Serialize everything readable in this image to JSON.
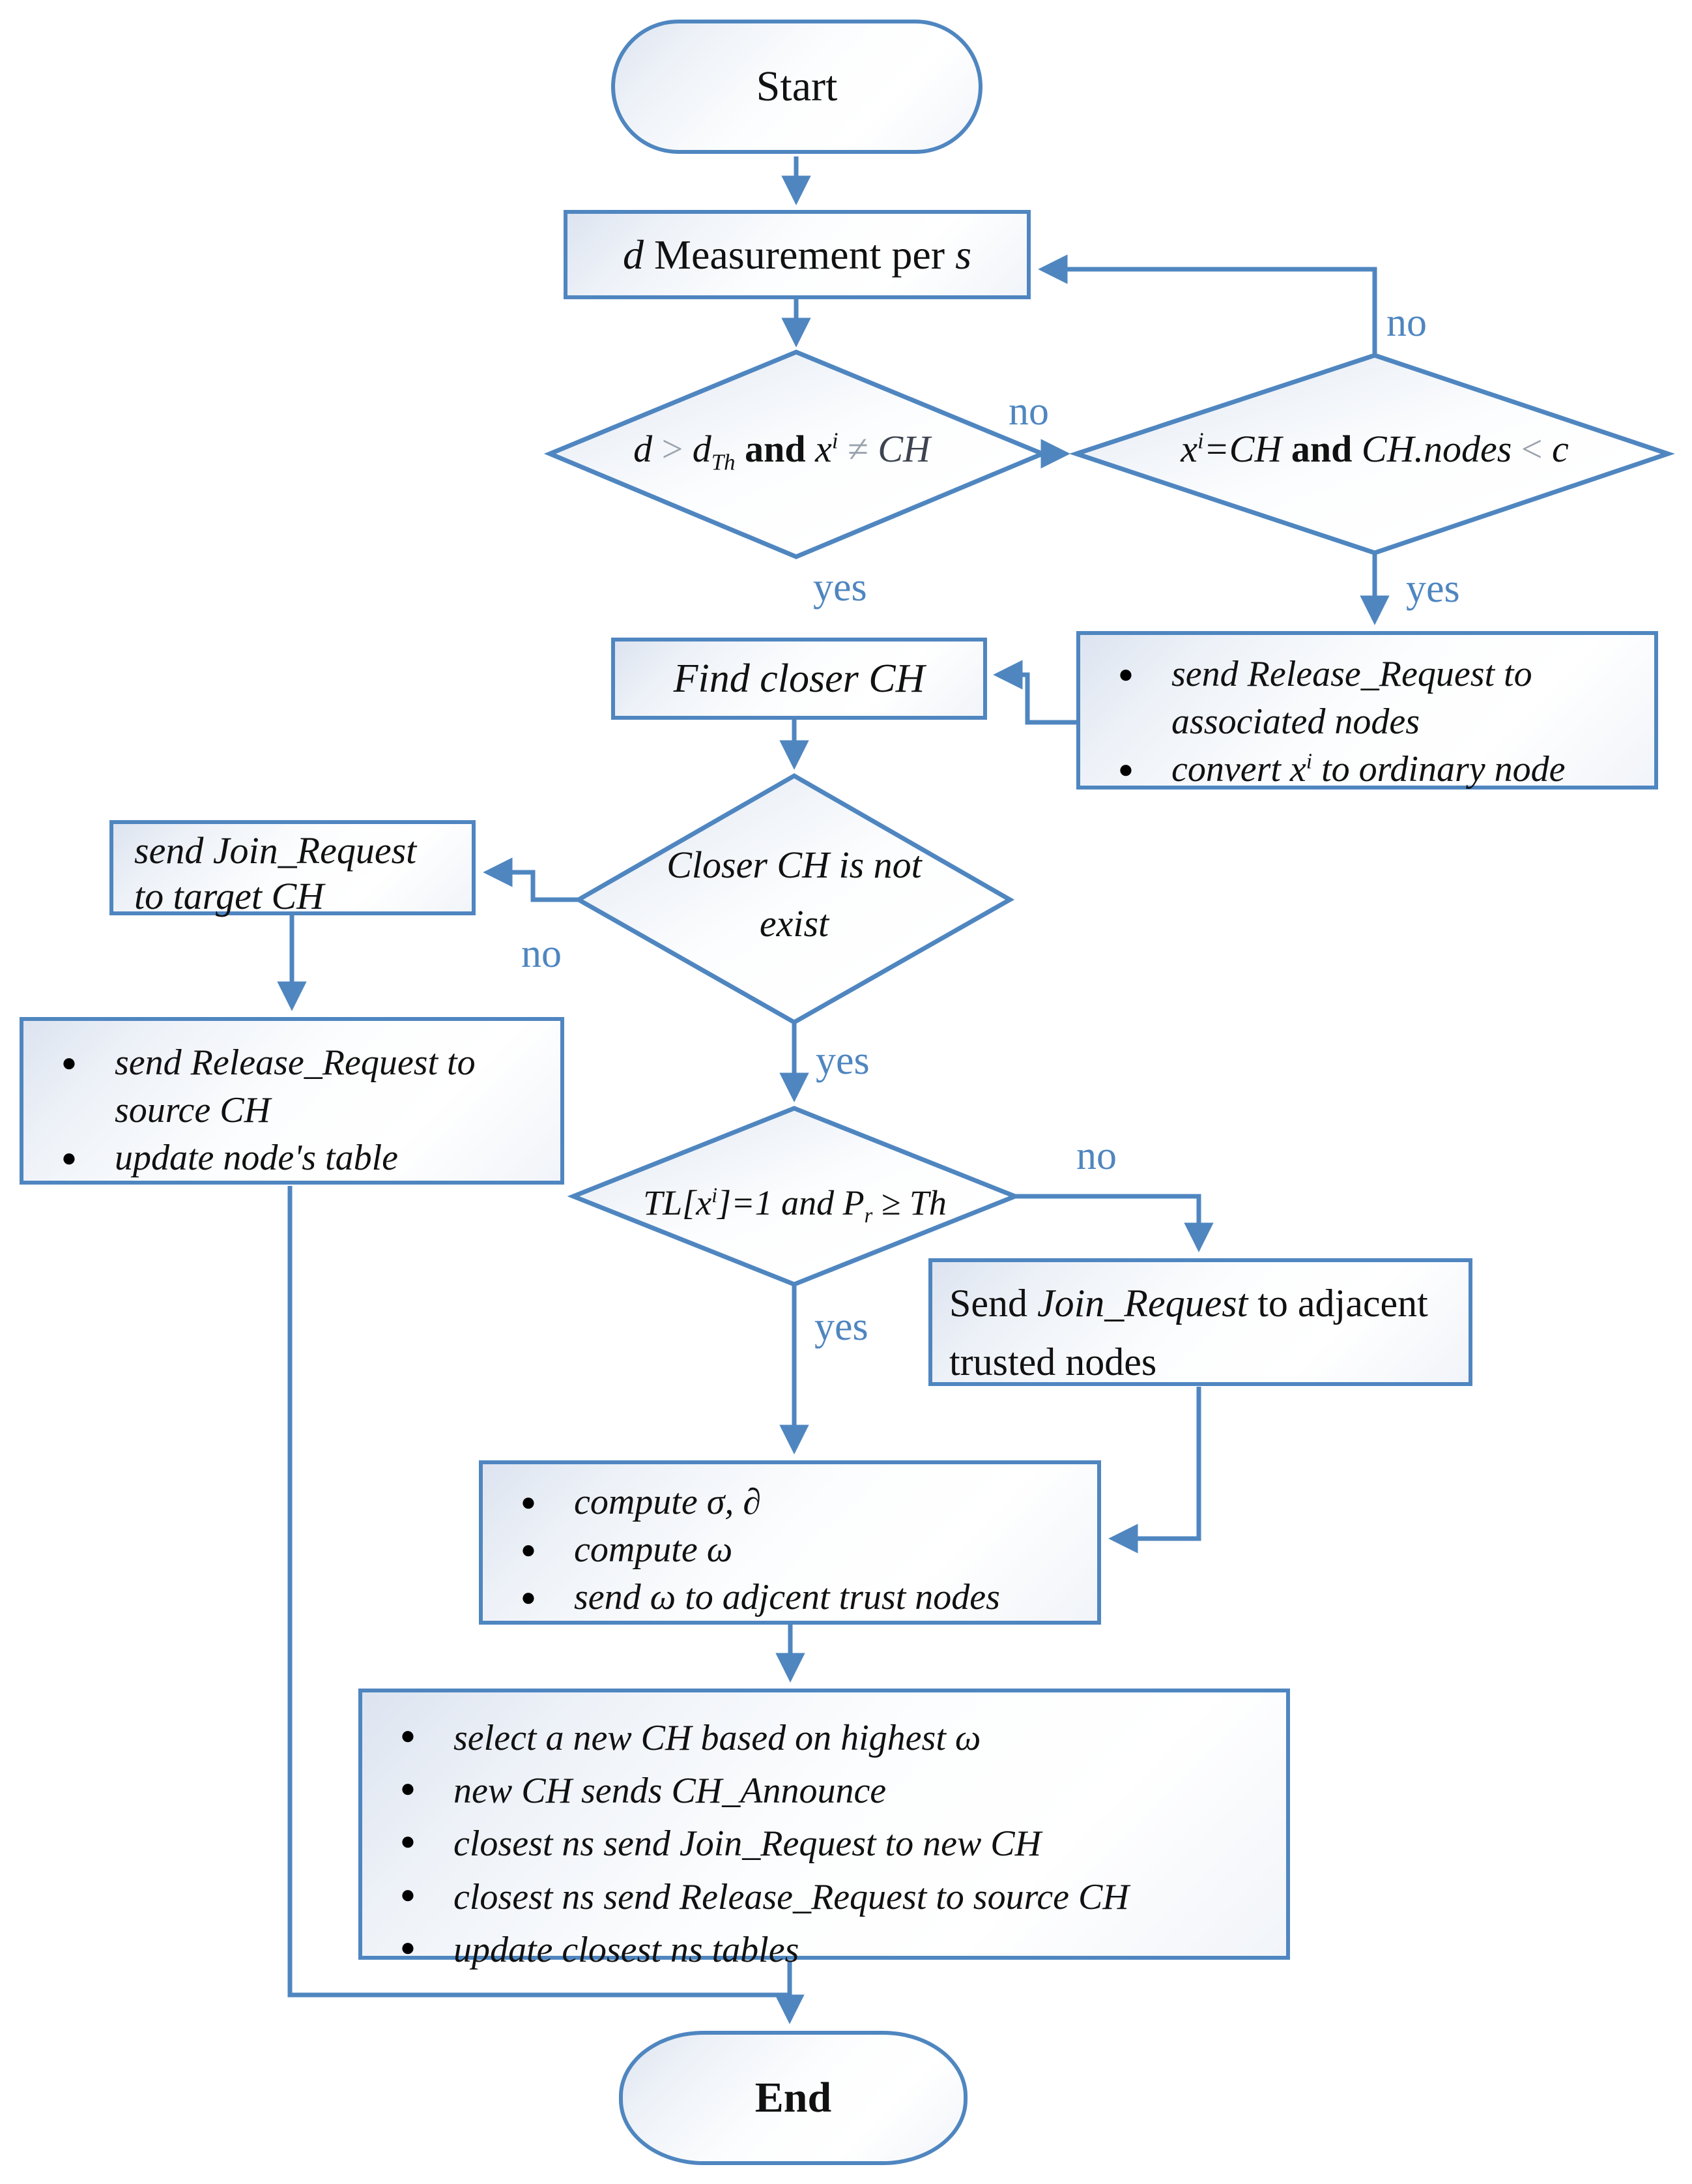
{
  "colors": {
    "accent": "#4f86c0",
    "operator": "#9aa3ae",
    "text": "#111111"
  },
  "terminals": {
    "start": "Start",
    "end": "End"
  },
  "measure": {
    "var1": "d",
    "text": " Measurement per ",
    "var2": "s"
  },
  "decision1": {
    "p1": "d ",
    "op1": "> ",
    "p2": "d",
    "sub": "Th",
    "and": " and ",
    "p3": "x",
    "sup": "i",
    "op2": " ≠ ",
    "p4": "CH"
  },
  "decision2": {
    "p1": "x",
    "sup": "i",
    "p2": "=CH",
    "and": " and ",
    "p3": "CH.nodes",
    "op": " < ",
    "p4": "c"
  },
  "find": {
    "text": "Find closer CH"
  },
  "release_assoc": {
    "b1": "send Release_Request to associated nodes",
    "b2a": "convert x",
    "b2sup": "i",
    "b2b": " to ordinary node"
  },
  "closer": {
    "line1": "Closer CH is not",
    "line2": "exist"
  },
  "join_target": {
    "line1": "send Join_Request",
    "line2": "to target CH"
  },
  "release_src": {
    "b1": "send Release_Request to source CH",
    "b2": "update node's table"
  },
  "tl": {
    "p1": "TL[x",
    "sup": "i",
    "p2": "]=1 and P",
    "sub": "r",
    "p3": " ≥ Th"
  },
  "adjacent": {
    "pre": "Send ",
    "it": "Join_Request",
    "post": " to adjacent trusted nodes"
  },
  "compute": {
    "b1a": "compute σ, ",
    "b1b": "∂",
    "b2": "compute ω",
    "b3": "send ω to adjcent trust nodes"
  },
  "select": {
    "b1": "select a new CH based on highest ω",
    "b2": "new CH sends CH_Announce",
    "b3": "closest ns send Join_Request to new CH",
    "b4": "closest ns send Release_Request to source CH",
    "b5": "update closest ns tables"
  },
  "labels": {
    "no_between": "no",
    "no_loop": "no",
    "yes_d1": "yes",
    "yes_d2": "yes",
    "no_closer": "no",
    "yes_closer": "yes",
    "no_tl": "no",
    "yes_tl": "yes"
  }
}
